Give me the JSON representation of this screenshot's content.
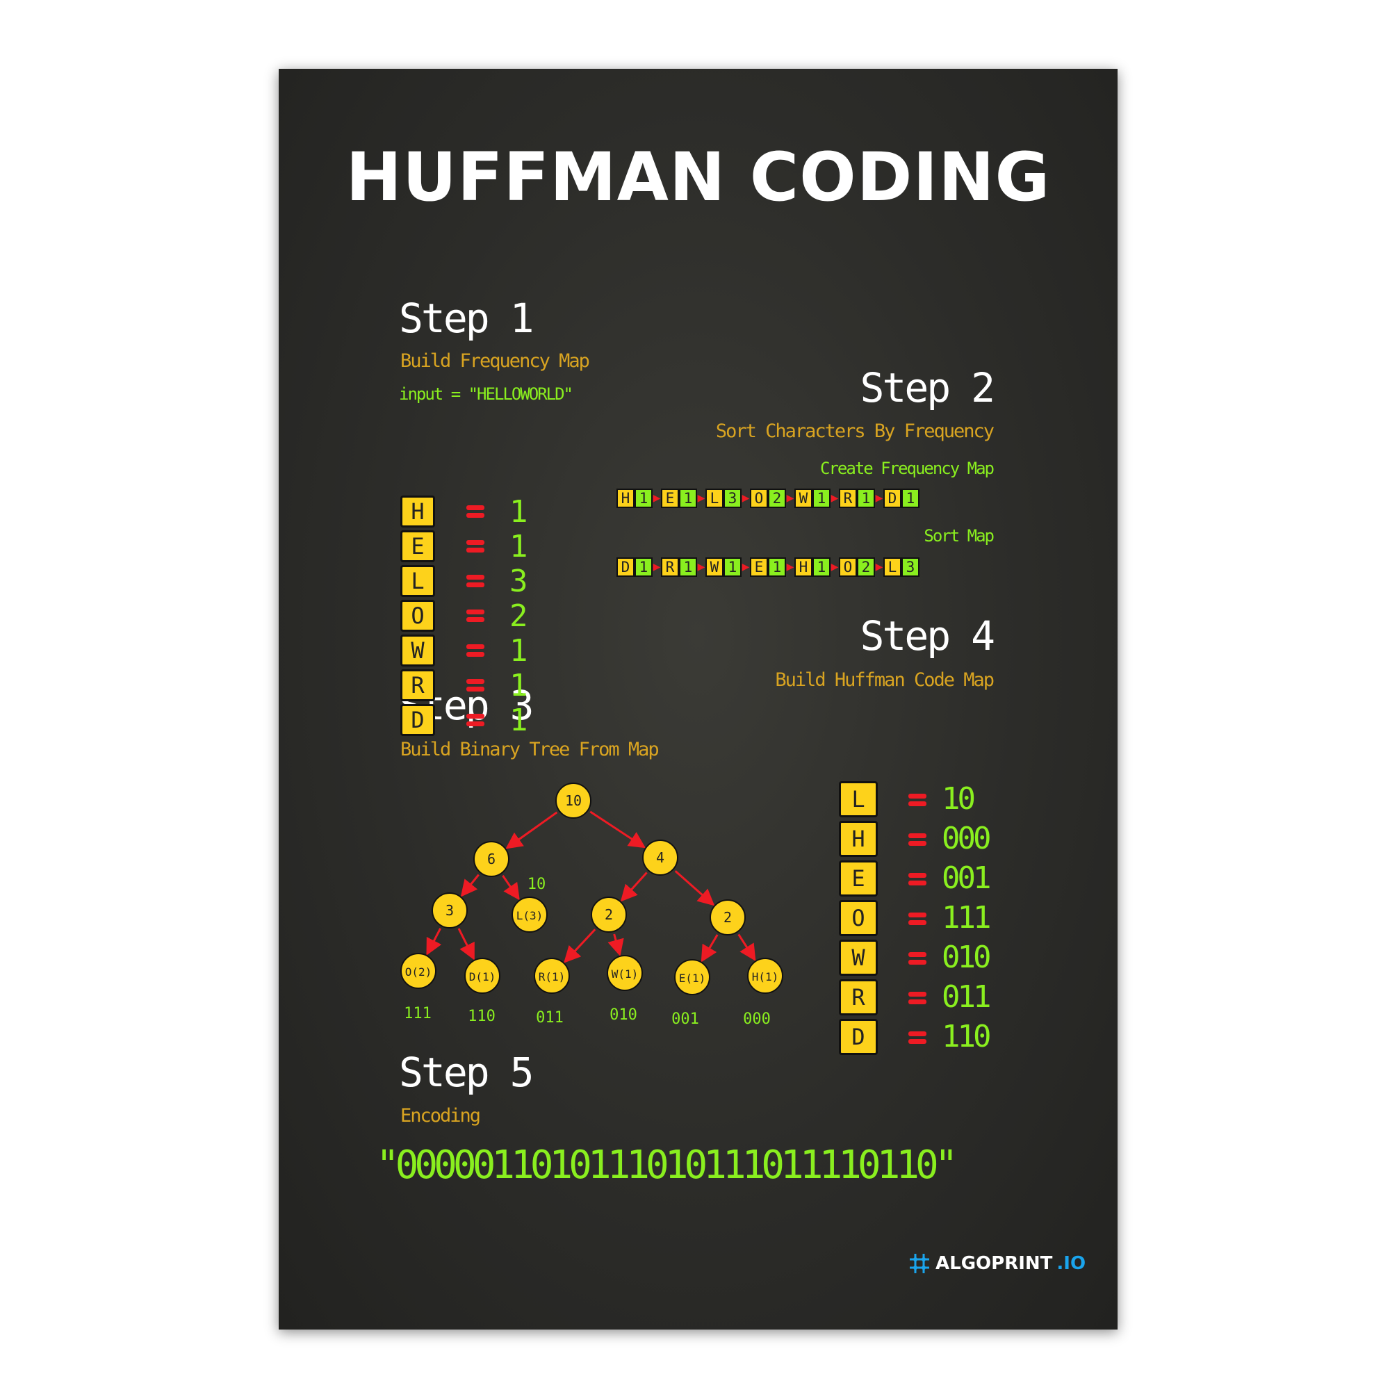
{
  "title": "HUFFMAN CODING",
  "step1": {
    "heading": "Step 1",
    "subtitle": "Build Frequency Map",
    "input": "input = \"HELLOWORLD\"",
    "rows": [
      {
        "char": "H",
        "count": "1"
      },
      {
        "char": "E",
        "count": "1"
      },
      {
        "char": "L",
        "count": "3"
      },
      {
        "char": "O",
        "count": "2"
      },
      {
        "char": "W",
        "count": "1"
      },
      {
        "char": "R",
        "count": "1"
      },
      {
        "char": "D",
        "count": "1"
      }
    ]
  },
  "step2": {
    "heading": "Step 2",
    "subtitle": "Sort Characters By Frequency",
    "create_label": "Create Frequency Map",
    "create_map": [
      {
        "char": "H",
        "count": "1"
      },
      {
        "char": "E",
        "count": "1"
      },
      {
        "char": "L",
        "count": "3"
      },
      {
        "char": "O",
        "count": "2"
      },
      {
        "char": "W",
        "count": "1"
      },
      {
        "char": "R",
        "count": "1"
      },
      {
        "char": "D",
        "count": "1"
      }
    ],
    "sort_label": "Sort Map",
    "sorted_map": [
      {
        "char": "D",
        "count": "1"
      },
      {
        "char": "R",
        "count": "1"
      },
      {
        "char": "W",
        "count": "1"
      },
      {
        "char": "E",
        "count": "1"
      },
      {
        "char": "H",
        "count": "1"
      },
      {
        "char": "O",
        "count": "2"
      },
      {
        "char": "L",
        "count": "3"
      }
    ]
  },
  "step3": {
    "heading": "Step 3",
    "subtitle": "Build Binary Tree From Map",
    "nodes": [
      "10",
      "6",
      "4",
      "3",
      "L(3)",
      "2",
      "2",
      "O(2)",
      "D(1)",
      "R(1)",
      "W(1)",
      "E(1)",
      "H(1)"
    ],
    "code_labels": [
      "10",
      "111",
      "110",
      "011",
      "010",
      "001",
      "000"
    ]
  },
  "step4": {
    "heading": "Step 4",
    "subtitle": "Build Huffman Code Map",
    "rows": [
      {
        "char": "L",
        "code": "10"
      },
      {
        "char": "H",
        "code": "000"
      },
      {
        "char": "E",
        "code": "001"
      },
      {
        "char": "O",
        "code": "111"
      },
      {
        "char": "W",
        "code": "010"
      },
      {
        "char": "R",
        "code": "011"
      },
      {
        "char": "D",
        "code": "110"
      }
    ]
  },
  "step5": {
    "heading": "Step 5",
    "subtitle": "Encoding",
    "encoded": "\"0000011010111010111011110110\""
  },
  "logo": {
    "brand": "ALGOPRINT",
    "tld": ".IO"
  },
  "colors": {
    "tile_yellow": "#fdd21b",
    "code_green": "#8aef1f",
    "equals_red": "#ee1b24",
    "subtitle_gold": "#d9a421",
    "logo_blue": "#1aa4ec"
  }
}
